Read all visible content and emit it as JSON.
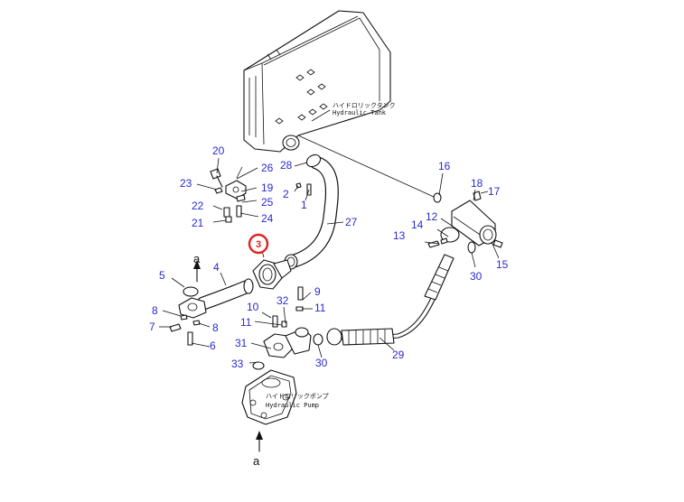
{
  "annotations": {
    "tank_jp": "ハイドロリックタンク",
    "tank_en": "Hydraulic Tank",
    "pump_jp": "ハイドロリックポンプ",
    "pump_en": "Hydraulic Pump",
    "arrow_ref": "a"
  },
  "highlight": {
    "part_number": "3",
    "color": "#e02020"
  },
  "label_color": "#2a2ad0",
  "callouts": [
    "1",
    "2",
    "4",
    "5",
    "6",
    "7",
    "8",
    "8",
    "9",
    "10",
    "11",
    "11",
    "12",
    "13",
    "14",
    "15",
    "16",
    "17",
    "18",
    "19",
    "20",
    "21",
    "22",
    "23",
    "24",
    "25",
    "26",
    "27",
    "28",
    "29",
    "30",
    "30",
    "31",
    "32",
    "33"
  ]
}
